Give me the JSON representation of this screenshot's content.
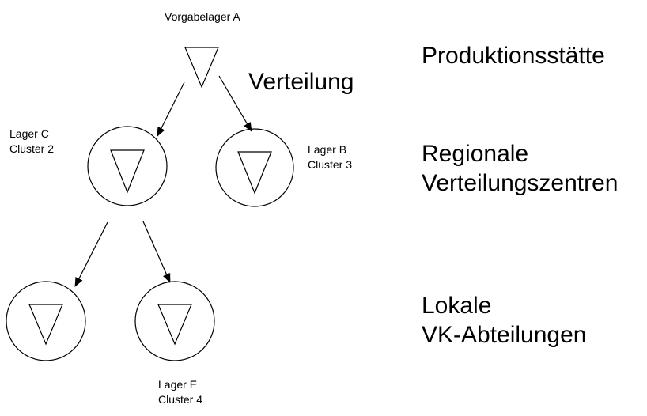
{
  "nodes": {
    "top": {
      "name": "Vorgabelager A"
    },
    "c": {
      "line1": "Lager C",
      "line2": "Cluster 2"
    },
    "b": {
      "line1": "Lager B",
      "line2": "Cluster 3"
    },
    "e": {
      "line1": "Lager E",
      "line2": "Cluster 4"
    }
  },
  "edge_label": "Verteilung",
  "levels": {
    "production": {
      "line1": "Produktionsstätte"
    },
    "regional": {
      "line1": "Regionale",
      "line2": "Verteilungszentren"
    },
    "local": {
      "line1": "Lokale",
      "line2": "VK-Abteilungen"
    }
  },
  "colors": {
    "stroke": "#000000",
    "background": "#ffffff"
  }
}
